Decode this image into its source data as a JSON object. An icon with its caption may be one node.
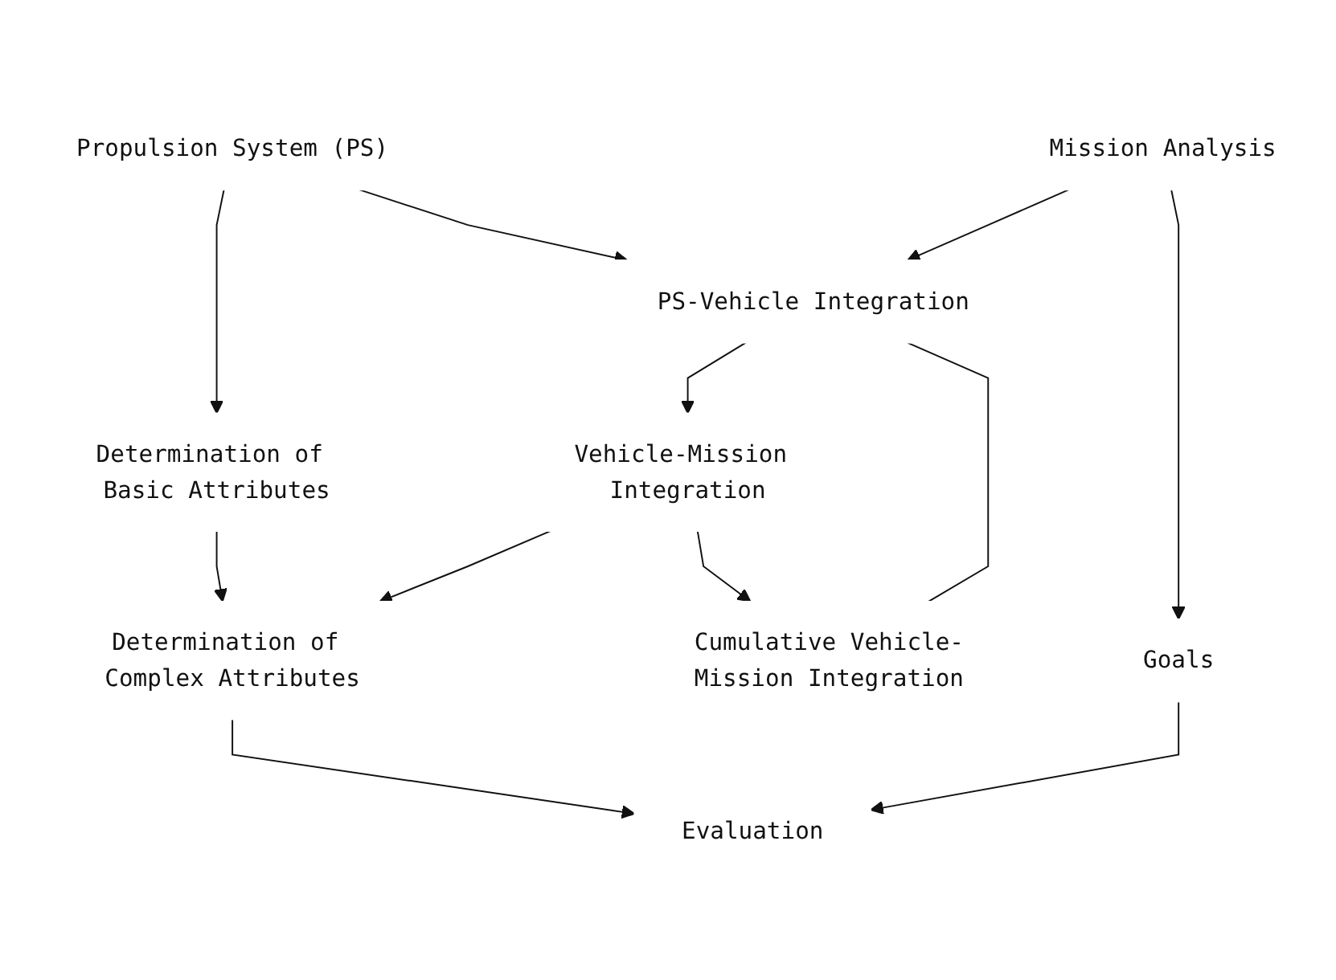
{
  "diagram": {
    "nodes": [
      {
        "text": [
          "Propulsion System (PS)"
        ]
      },
      {
        "text": [
          "Determination of Basic Attributes"
        ]
      },
      {
        "text": [
          "Mission Analysis"
        ]
      },
      {
        "text": [
          "PS-Vehicle Integration"
        ]
      },
      {
        "text": [
          "Goals"
        ]
      },
      {
        "text": [
          "Vehicle-Mission Integration"
        ]
      },
      {
        "text": [
          "Determination of Complex Attributes"
        ]
      },
      {
        "text": [
          "Cumulative Vehicle-Mission Integration"
        ]
      },
      {
        "text": [
          "Evaluation"
        ]
      }
    ],
    "edges": [
      {
        "from": 0,
        "to": 1,
        "arrow": "to"
      },
      {
        "from": 0,
        "to": 3,
        "arrow": "to"
      },
      {
        "from": 2,
        "to": 3,
        "arrow": "to"
      },
      {
        "from": 2,
        "to": 4,
        "arrow": "to"
      },
      {
        "from": 1,
        "to": 6,
        "arrow": "to"
      },
      {
        "from": 3,
        "to": 5,
        "arrow": "to"
      },
      {
        "from": 5,
        "to": 6,
        "arrow": "to"
      },
      {
        "from": 5,
        "to": 7,
        "arrow": "to"
      },
      {
        "from": 3,
        "to": 7,
        "arrow": "none"
      },
      {
        "from": 4,
        "to": 8,
        "arrow": "to"
      },
      {
        "from": 6,
        "to": 8,
        "arrow": "to"
      }
    ]
  }
}
